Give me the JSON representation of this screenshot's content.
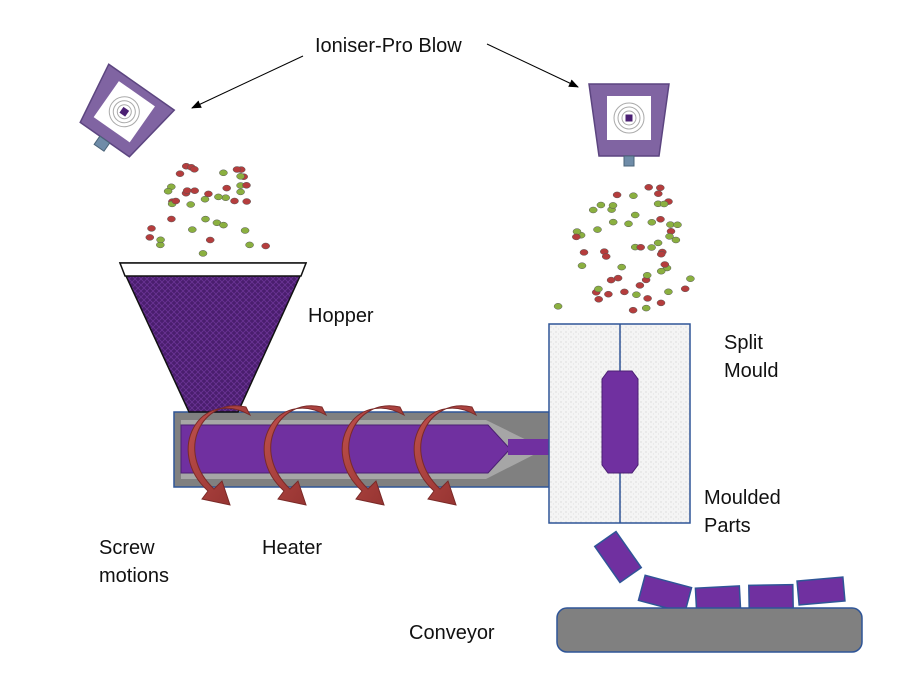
{
  "labels": {
    "ioniser": "Ioniser-Pro Blow",
    "hopper": "Hopper",
    "split_mould_1": "Split",
    "split_mould_2": "Mould",
    "moulded_parts_1": "Moulded",
    "moulded_parts_2": "Parts",
    "screw_motions_1": "Screw",
    "screw_motions_2": "motions",
    "heater": "Heater",
    "conveyor": "Conveyor"
  },
  "colors": {
    "purple": "#7030a0",
    "purple_dark": "#4b2073",
    "ioniser_frame": "#8064a2",
    "pellet_red": "#b53d3d",
    "pellet_green": "#8bb040",
    "barrel_gray": "#7f7f7f",
    "outline_blue": "#2f5597",
    "arrow_red": "#a33a3a",
    "mould_fill": "#f2f2f2"
  },
  "icons": {
    "ioniser_left": "ioniser-nozzle-icon",
    "ioniser_right": "ioniser-nozzle-icon"
  }
}
